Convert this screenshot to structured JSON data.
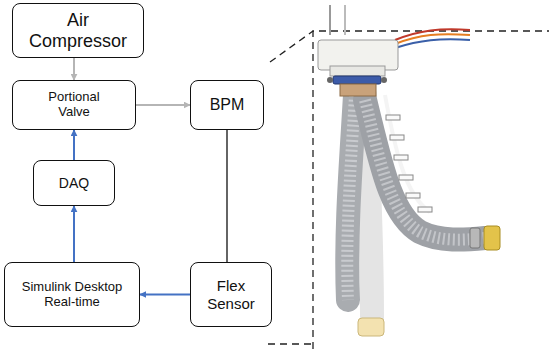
{
  "diagram": {
    "nodes": [
      {
        "text": [
          "Air Compressor"
        ]
      },
      {
        "text": [
          "Portional Valve"
        ]
      },
      {
        "text": [
          "BPM"
        ]
      },
      {
        "text": [
          "DAQ"
        ]
      },
      {
        "text": [
          "Simulink Desktop Real-time"
        ]
      },
      {
        "text": [
          "Flex Sensor"
        ]
      }
    ],
    "edges": [
      {
        "from": 0,
        "to": 1,
        "arrow": "to"
      },
      {
        "from": 1,
        "to": 2,
        "arrow": "to"
      },
      {
        "from": 3,
        "to": 1,
        "arrow": "to"
      },
      {
        "from": 4,
        "to": 3,
        "arrow": "to"
      },
      {
        "from": 5,
        "to": 4,
        "arrow": "to"
      },
      {
        "from": 2,
        "to": 5,
        "arrow": "none"
      }
    ]
  }
}
